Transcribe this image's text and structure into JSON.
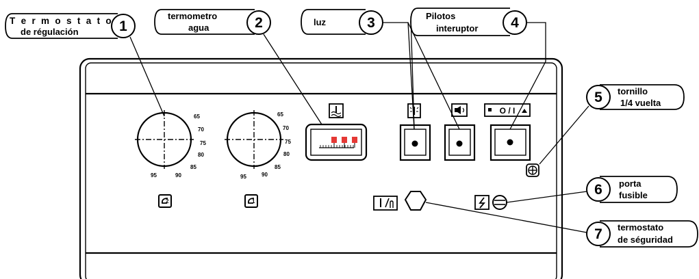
{
  "callouts": [
    {
      "number": "1",
      "line1": "T e r m o s t a t o",
      "line2": "de régulación"
    },
    {
      "number": "2",
      "line1": "termometro",
      "line2": "agua"
    },
    {
      "number": "3",
      "line1": "luz",
      "line2": ""
    },
    {
      "number": "4",
      "line1": "Pilotos",
      "line2": "interuptor"
    },
    {
      "number": "5",
      "line1": "tornillo",
      "line2": "1/4  vuelta"
    },
    {
      "number": "6",
      "line1": "porta",
      "line2": "fusible"
    },
    {
      "number": "7",
      "line1": "termostato",
      "line2": "de séguridad"
    }
  ],
  "dials": [
    {
      "name": "left-dial",
      "scale": [
        "65",
        "70",
        "75",
        "80",
        "85",
        "90",
        "95"
      ]
    },
    {
      "name": "right-dial",
      "scale": [
        "65",
        "70",
        "75",
        "80",
        "85",
        "90",
        "95"
      ]
    }
  ],
  "icons": {
    "left_dial_symbol": "heating-circuit-2-icon",
    "right_dial_symbol": "heating-circuit-1-icon",
    "thermometer_symbol": "water-temperature-icon",
    "light_symbol": "thermometer-light-icon",
    "pilot_symbol": "horn-icon",
    "switch_symbol": "on-off-switch-icon",
    "fuse_symbol": "lightning-icon",
    "safety_symbol": "thermostat-reset-icon",
    "screw_symbol": "quarter-turn-screw-icon"
  },
  "switch_label": "O / I"
}
